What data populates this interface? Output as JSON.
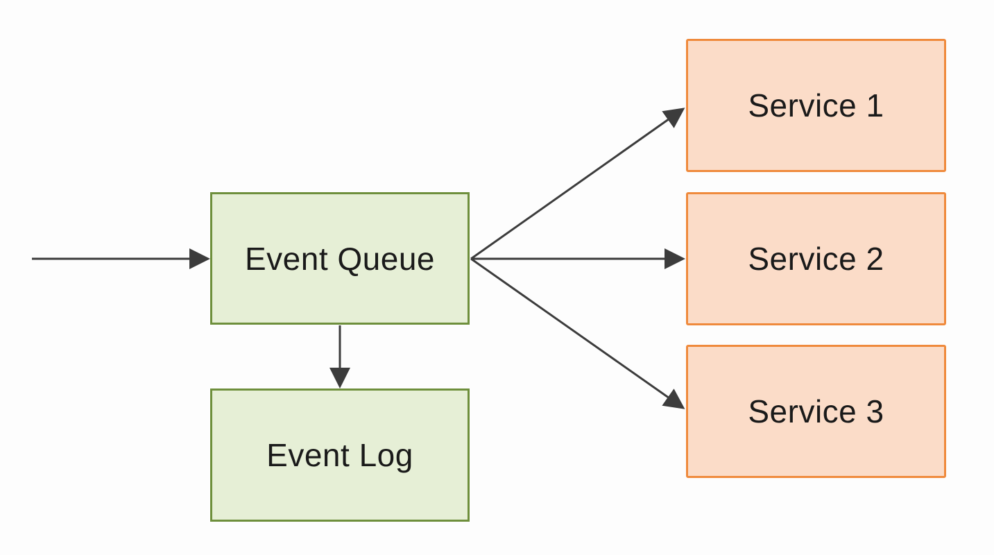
{
  "nodes": {
    "event_queue": "Event Queue",
    "event_log": "Event Log",
    "service_1": "Service 1",
    "service_2": "Service 2",
    "service_3": "Service 3"
  },
  "colors": {
    "green_fill": "#e6efd6",
    "green_border": "#6e8f3c",
    "orange_fill": "#fbdcc8",
    "orange_border": "#ef8a3c",
    "arrow": "#3c3c3c"
  },
  "edges": [
    {
      "from": "input",
      "to": "event_queue"
    },
    {
      "from": "event_queue",
      "to": "event_log"
    },
    {
      "from": "event_queue",
      "to": "service_1"
    },
    {
      "from": "event_queue",
      "to": "service_2"
    },
    {
      "from": "event_queue",
      "to": "service_3"
    }
  ]
}
